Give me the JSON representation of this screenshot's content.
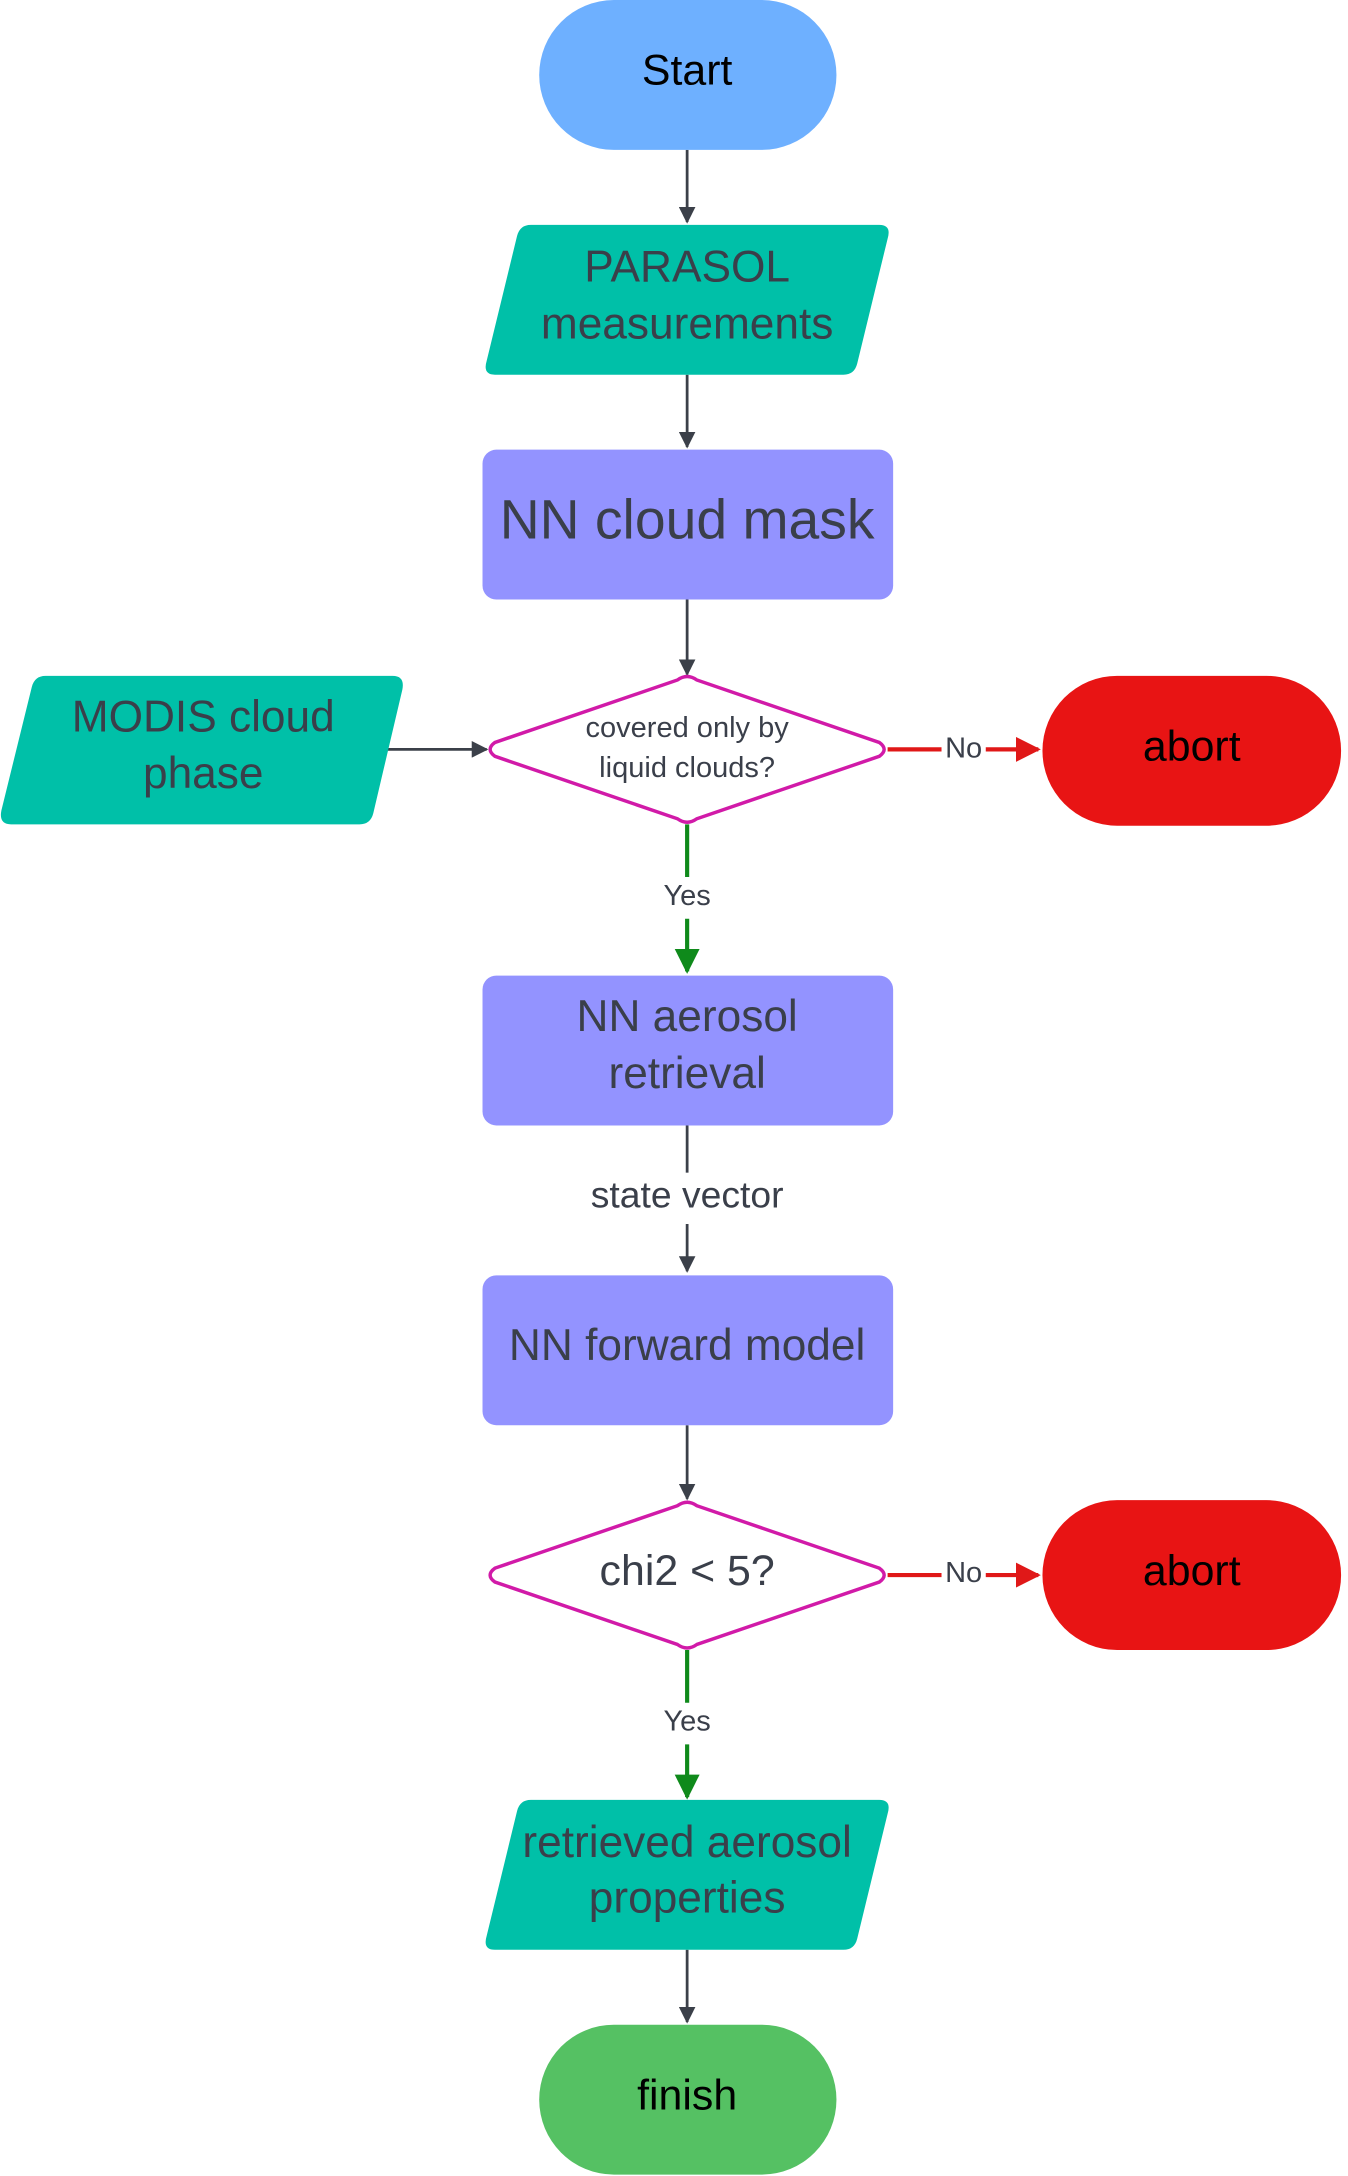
{
  "colors": {
    "terminal_start": "#6eb0ff",
    "io": "#00c0a8",
    "process": "#9393ff",
    "decision_stroke": "#d11aa8",
    "abort": "#e81414",
    "finish": "#55c163",
    "connector": "#3b4049",
    "yes_connector": "#0f8a1b",
    "no_connector": "#e01818",
    "text_dark": "#3a3f4a",
    "text_black": "#000000"
  },
  "nodes": {
    "start": {
      "line1": "Start"
    },
    "parasol": {
      "line1": "PARASOL",
      "line2": "measurements"
    },
    "cloud_mask": {
      "line1": "NN cloud mask"
    },
    "modis": {
      "line1": "MODIS cloud",
      "line2": "phase"
    },
    "decision1": {
      "line1": "covered only by",
      "line2": "liquid clouds?"
    },
    "abort1": {
      "line1": "abort"
    },
    "aerosol_retrieval": {
      "line1": "NN aerosol",
      "line2": "retrieval"
    },
    "forward_model": {
      "line1": "NN forward model"
    },
    "decision2": {
      "line1": "chi2 < 5?"
    },
    "abort2": {
      "line1": "abort"
    },
    "retrieved": {
      "line1": "retrieved aerosol",
      "line2": "properties"
    },
    "finish": {
      "line1": "finish"
    }
  },
  "edges": {
    "d1_no": "No",
    "d1_yes": "Yes",
    "state_vector": "state vector",
    "d2_no": "No",
    "d2_yes": "Yes"
  }
}
